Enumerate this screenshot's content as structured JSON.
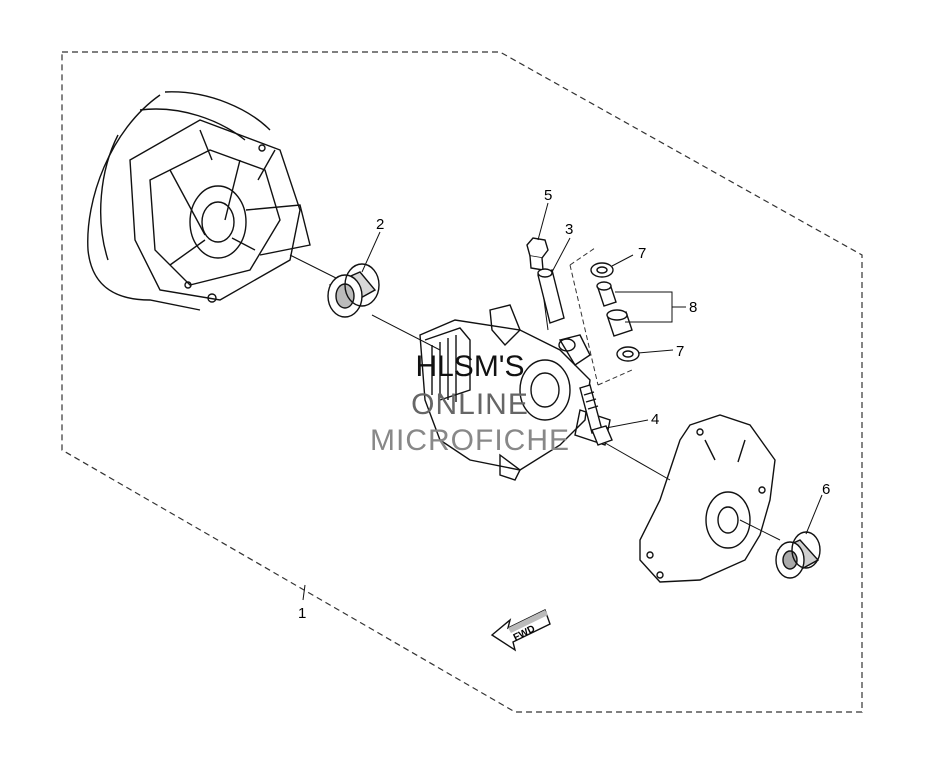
{
  "callouts": {
    "c1": "1",
    "c2": "2",
    "c3": "3",
    "c4": "4",
    "c5": "5",
    "c6": "6",
    "c7a": "7",
    "c7b": "7",
    "c8": "8"
  },
  "direction_badge": "FWD",
  "watermark": {
    "line1": "HLSM'S",
    "line2": "ONLINE",
    "line3": "MICROFICHE"
  }
}
